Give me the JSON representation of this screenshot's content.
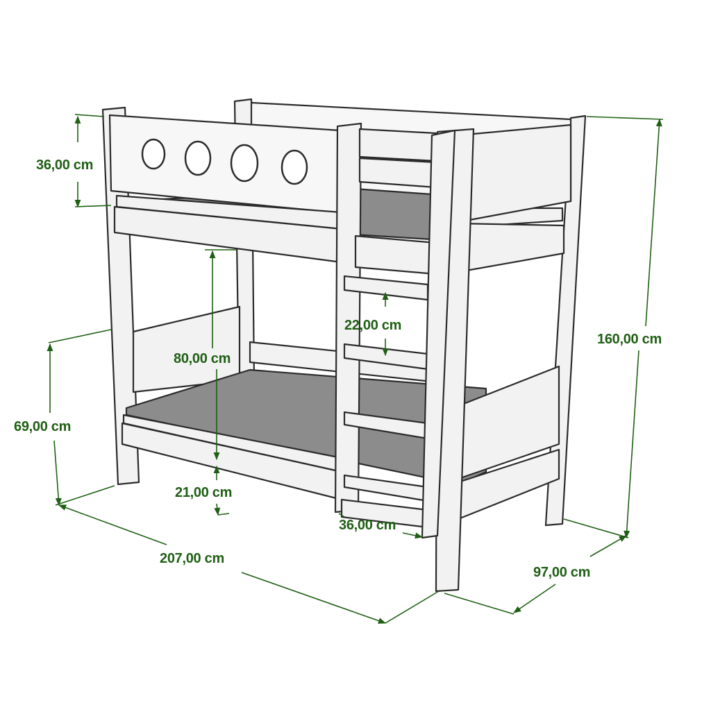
{
  "dimensions": {
    "top_guard_height": "36,00 cm",
    "total_height": "160,00 cm",
    "bed_clearance": "80,00 cm",
    "ladder_step_spacing": "22,00 cm",
    "lower_guard_height": "69,00 cm",
    "floor_clearance": "21,00 cm",
    "ladder_width": "36,00 cm",
    "length": "207,00 cm",
    "width": "97,00 cm"
  },
  "colors": {
    "dimension": "#1f5f14",
    "outline": "#2b2b2b",
    "panel_fill": "#f2f2f2",
    "mattress_fill": "#8c8c8c"
  }
}
